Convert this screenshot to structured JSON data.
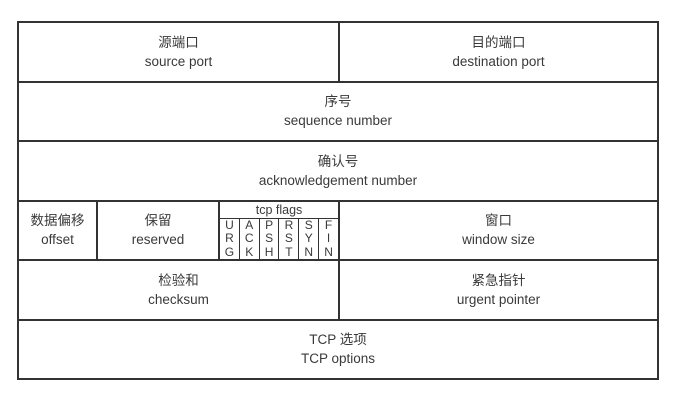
{
  "diagram": {
    "kind": "tcp-header-structure",
    "cells": {
      "source_port": {
        "zh": "源端口",
        "en": "source port"
      },
      "destination_port": {
        "zh": "目的端口",
        "en": "destination port"
      },
      "sequence_number": {
        "zh": "序号",
        "en": "sequence number"
      },
      "acknowledgement_number": {
        "zh": "确认号",
        "en": "acknowledgement number"
      },
      "data_offset": {
        "zh": "数据偏移",
        "en": "offset"
      },
      "reserved": {
        "zh": "保留",
        "en": "reserved"
      },
      "window_size": {
        "zh": "窗口",
        "en": "window size"
      },
      "checksum": {
        "zh": "检验和",
        "en": "checksum"
      },
      "urgent_pointer": {
        "zh": "紧急指针",
        "en": "urgent pointer"
      },
      "tcp_options": {
        "zh": "TCP 选项",
        "en": "TCP options"
      }
    },
    "flags": {
      "title": "tcp flags",
      "items": [
        "URG",
        "ACK",
        "PSH",
        "RST",
        "SYN",
        "FIN"
      ]
    },
    "colors": {
      "border": "#333333",
      "text": "#3a3a3a",
      "background": "#ffffff"
    }
  }
}
